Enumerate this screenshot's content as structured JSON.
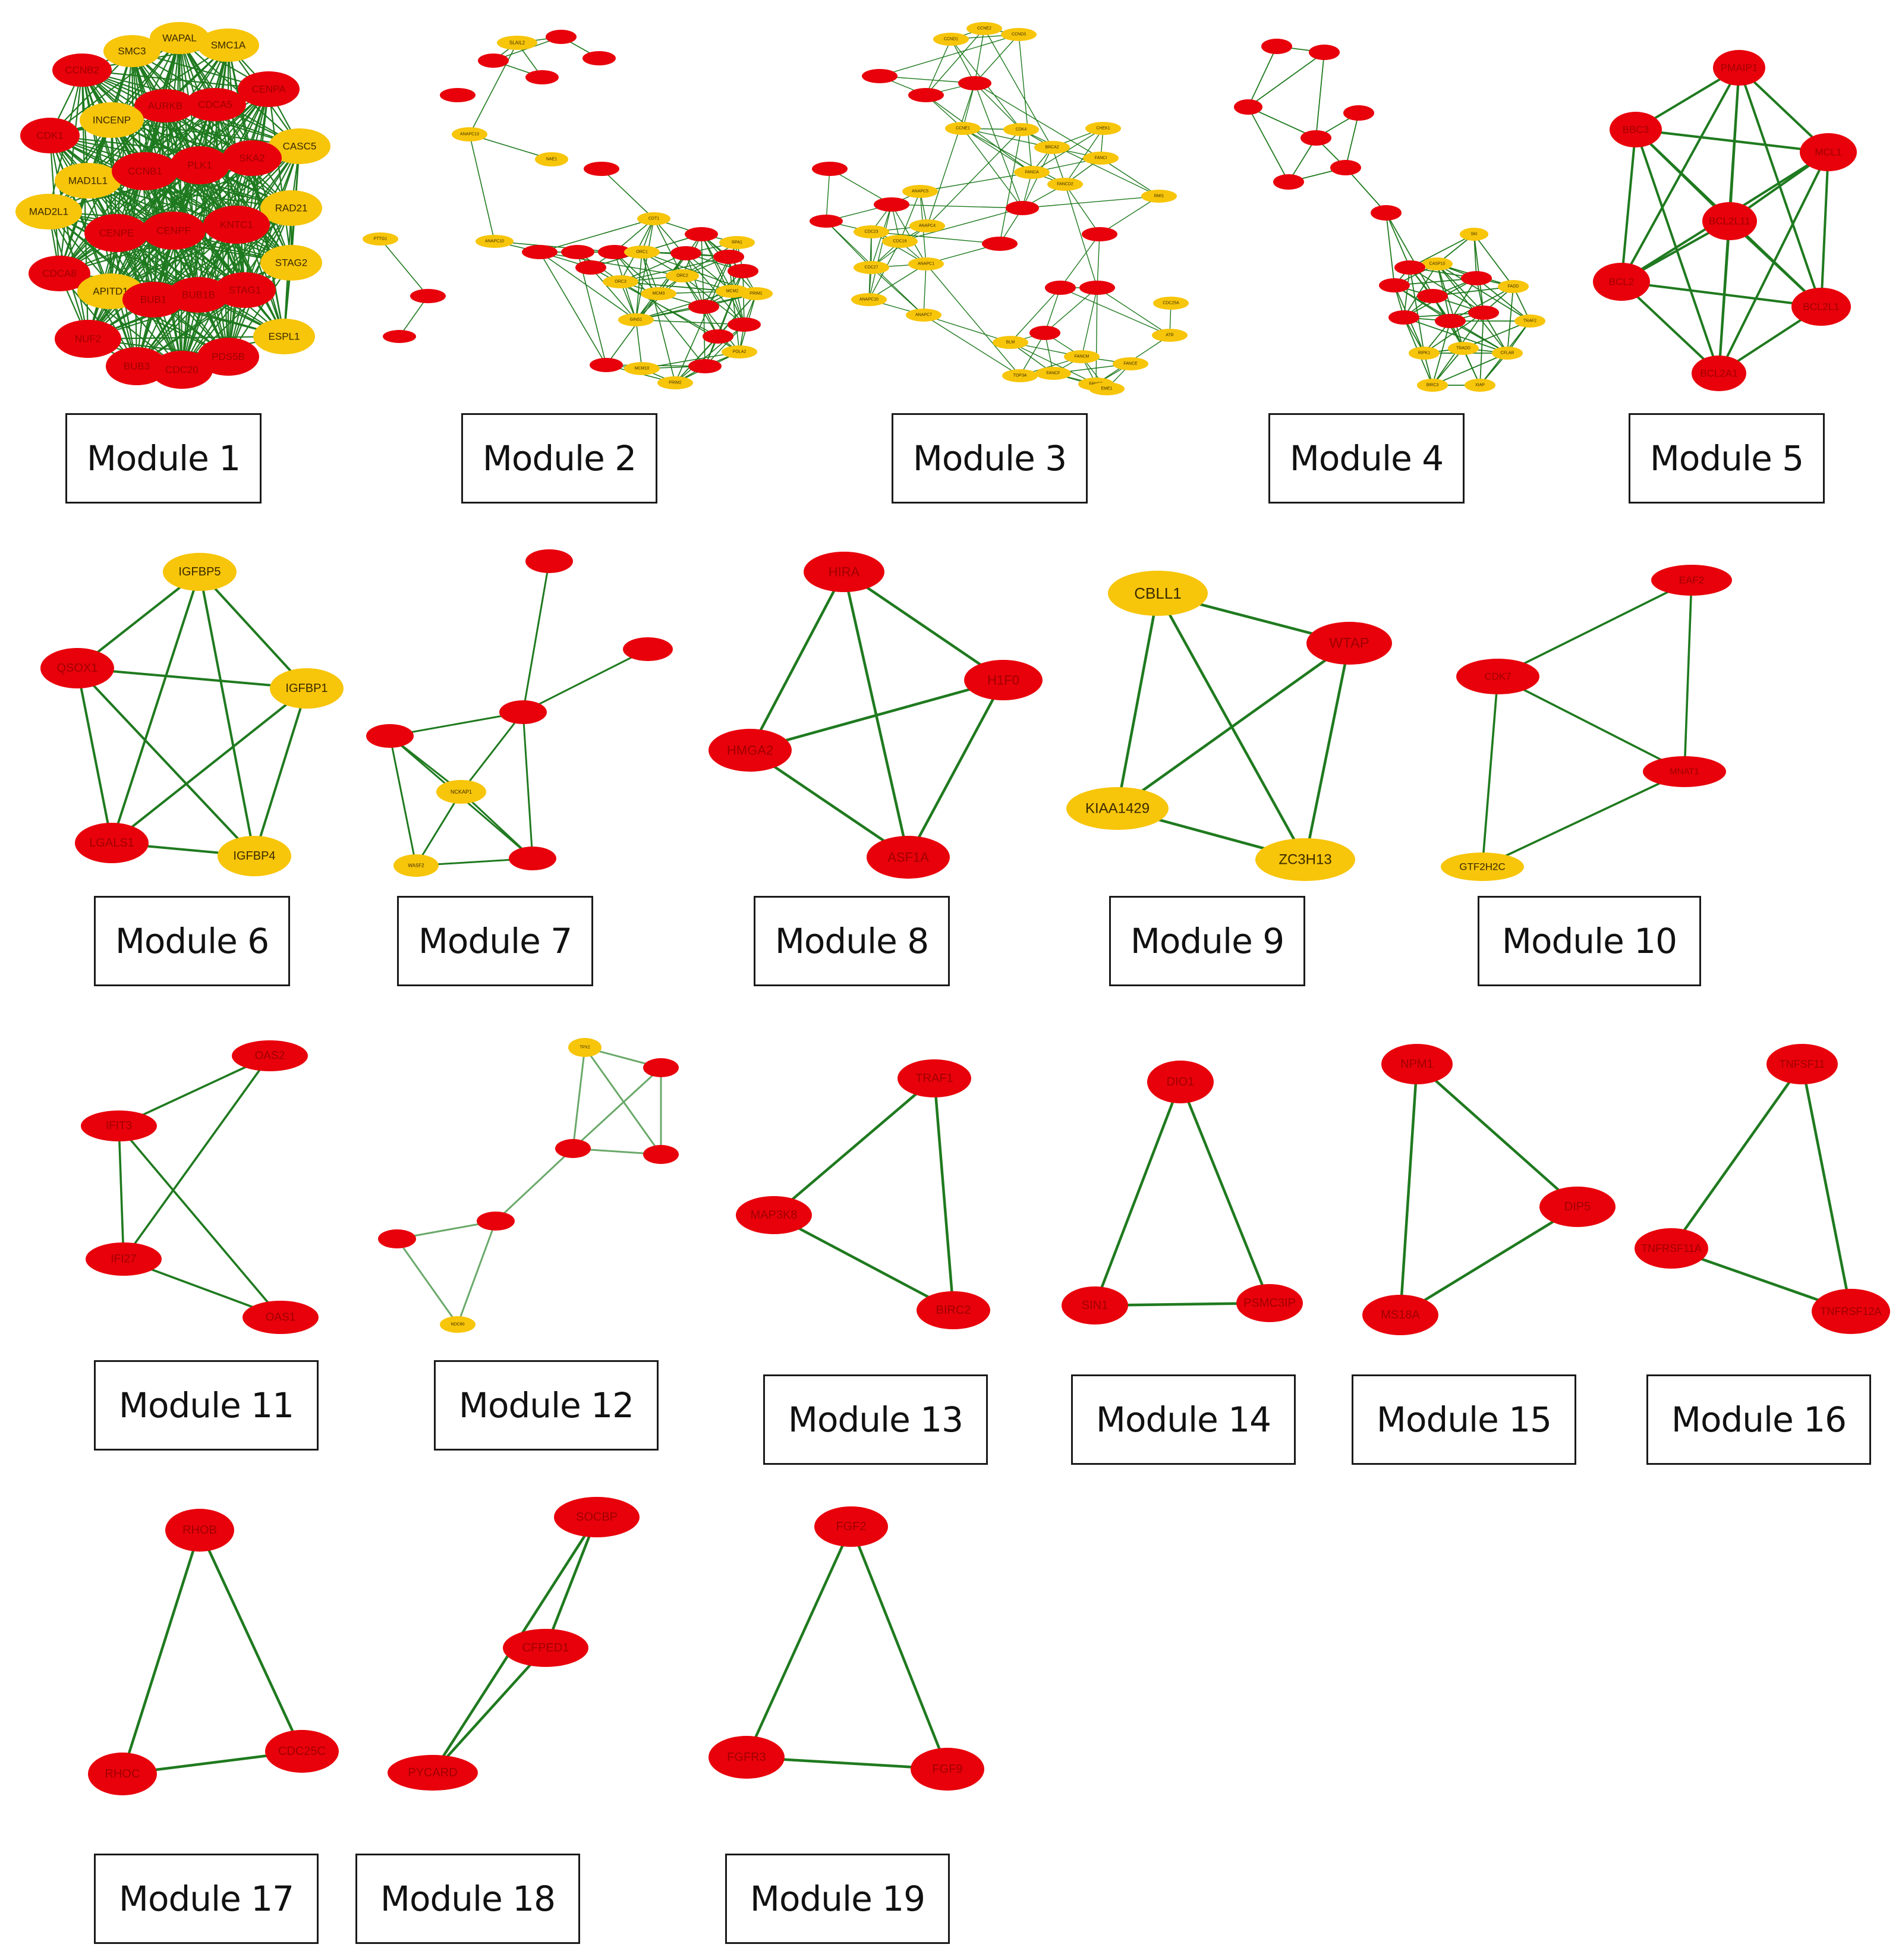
{
  "colors": {
    "edge": "#1f7a1f",
    "edge_light": "#6aa96a",
    "red_node": "#e8000b",
    "yellow_node": "#f7c50a",
    "red_text": "#a00000",
    "yellow_text": "#3a2a00"
  },
  "modules": [
    {
      "id": "m1",
      "label": "Module 1",
      "nodes": [
        {
          "name": "CCNB2",
          "c": "r"
        },
        {
          "name": "SMC3",
          "c": "y"
        },
        {
          "name": "WAPAL",
          "c": "y"
        },
        {
          "name": "SMC1A",
          "c": "y"
        },
        {
          "name": "AURKB",
          "c": "r"
        },
        {
          "name": "CDCA5",
          "c": "r"
        },
        {
          "name": "CENPA",
          "c": "r"
        },
        {
          "name": "INCENP",
          "c": "y"
        },
        {
          "name": "CDK1",
          "c": "r"
        },
        {
          "name": "CASC5",
          "c": "y"
        },
        {
          "name": "MAD1L1",
          "c": "y"
        },
        {
          "name": "CCNB1",
          "c": "r"
        },
        {
          "name": "PLK1",
          "c": "r"
        },
        {
          "name": "SKA2",
          "c": "r"
        },
        {
          "name": "MAD2L1",
          "c": "y"
        },
        {
          "name": "RAD21",
          "c": "y"
        },
        {
          "name": "CENPE",
          "c": "r"
        },
        {
          "name": "CENPF",
          "c": "r"
        },
        {
          "name": "KNTC1",
          "c": "r"
        },
        {
          "name": "STAG2",
          "c": "y"
        },
        {
          "name": "CDCA8",
          "c": "r"
        },
        {
          "name": "APITD1",
          "c": "y"
        },
        {
          "name": "BUB1",
          "c": "r"
        },
        {
          "name": "BUB1B",
          "c": "r"
        },
        {
          "name": "STAG1",
          "c": "r"
        },
        {
          "name": "ESPL1",
          "c": "y"
        },
        {
          "name": "NUF2",
          "c": "r"
        },
        {
          "name": "BUB3",
          "c": "r"
        },
        {
          "name": "CDC20",
          "c": "r"
        },
        {
          "name": "PDS5B",
          "c": "r"
        }
      ]
    },
    {
      "id": "m2",
      "label": "Module 2",
      "nodes": [
        {
          "name": "SLAIL2",
          "c": "y"
        },
        {
          "name": "",
          "c": "r"
        },
        {
          "name": "",
          "c": "r"
        },
        {
          "name": "",
          "c": "r"
        },
        {
          "name": "",
          "c": "r"
        },
        {
          "name": "",
          "c": "r"
        },
        {
          "name": "ANAPC13",
          "c": "y"
        },
        {
          "name": "NAE1",
          "c": "y"
        },
        {
          "name": "",
          "c": "r"
        },
        {
          "name": "PTTG1",
          "c": "y"
        },
        {
          "name": "ANAPC10",
          "c": "y"
        },
        {
          "name": "",
          "c": "r"
        },
        {
          "name": "",
          "c": "r"
        },
        {
          "name": "",
          "c": "r"
        },
        {
          "name": "CDT1",
          "c": "y"
        },
        {
          "name": "ORC1",
          "c": "y"
        },
        {
          "name": "ORC2",
          "c": "y"
        },
        {
          "name": "ORC3",
          "c": "y"
        },
        {
          "name": "MCM2",
          "c": "y"
        },
        {
          "name": "MCM3",
          "c": "y"
        },
        {
          "name": "GINS1",
          "c": "y"
        },
        {
          "name": "",
          "c": "r"
        },
        {
          "name": "",
          "c": "r"
        },
        {
          "name": "",
          "c": "r"
        },
        {
          "name": "",
          "c": "r"
        },
        {
          "name": "",
          "c": "r"
        },
        {
          "name": "RPA1",
          "c": "y"
        },
        {
          "name": "PRIM1",
          "c": "y"
        },
        {
          "name": "",
          "c": "r"
        },
        {
          "name": "POLA2",
          "c": "y"
        },
        {
          "name": "",
          "c": "r"
        },
        {
          "name": "",
          "c": "r"
        },
        {
          "name": "MCM10",
          "c": "y"
        },
        {
          "name": "PRIM2",
          "c": "y"
        },
        {
          "name": "",
          "c": "r"
        },
        {
          "name": "",
          "c": "r"
        },
        {
          "name": "",
          "c": "r"
        },
        {
          "name": "",
          "c": "r"
        }
      ]
    },
    {
      "id": "m3",
      "label": "Module 3",
      "nodes": [
        {
          "name": "CCND1",
          "c": "y"
        },
        {
          "name": "CCNE2",
          "c": "y"
        },
        {
          "name": "CCND3",
          "c": "y"
        },
        {
          "name": "",
          "c": "r"
        },
        {
          "name": "",
          "c": "r"
        },
        {
          "name": "",
          "c": "r"
        },
        {
          "name": "CCNE1",
          "c": "y"
        },
        {
          "name": "CDK4",
          "c": "y"
        },
        {
          "name": "",
          "c": "r"
        },
        {
          "name": "ANAPC5",
          "c": "y"
        },
        {
          "name": "",
          "c": "r"
        },
        {
          "name": "ANAPC4",
          "c": "y"
        },
        {
          "name": "",
          "c": "r"
        },
        {
          "name": "CDC23",
          "c": "y"
        },
        {
          "name": "CDC16",
          "c": "y"
        },
        {
          "name": "CDC27",
          "c": "y"
        },
        {
          "name": "ANAPC1",
          "c": "y"
        },
        {
          "name": "ANAPC7",
          "c": "y"
        },
        {
          "name": "ANAPC10",
          "c": "y"
        },
        {
          "name": "",
          "c": "r"
        },
        {
          "name": "BRCA2",
          "c": "y"
        },
        {
          "name": "FANCD2",
          "c": "y"
        },
        {
          "name": "FANCA",
          "c": "y"
        },
        {
          "name": "FANCI",
          "c": "y"
        },
        {
          "name": "",
          "c": "r"
        },
        {
          "name": "BLM",
          "c": "y"
        },
        {
          "name": "TOP3A",
          "c": "y"
        },
        {
          "name": "",
          "c": "r"
        },
        {
          "name": "",
          "c": "r"
        },
        {
          "name": "FANCM",
          "c": "y"
        },
        {
          "name": "FANCE",
          "c": "y"
        },
        {
          "name": "FANCF",
          "c": "y"
        },
        {
          "name": "FANCB",
          "c": "y"
        },
        {
          "name": "EME1",
          "c": "y"
        },
        {
          "name": "RMI1",
          "c": "y"
        },
        {
          "name": "CHEK1",
          "c": "y"
        },
        {
          "name": "",
          "c": "r"
        },
        {
          "name": "CDC25A",
          "c": "y"
        },
        {
          "name": "ATR",
          "c": "y"
        },
        {
          "name": "",
          "c": "r"
        }
      ]
    },
    {
      "id": "m4",
      "label": "Module 4",
      "nodes": [
        {
          "name": "",
          "c": "r"
        },
        {
          "name": "",
          "c": "r"
        },
        {
          "name": "",
          "c": "r"
        },
        {
          "name": "",
          "c": "r"
        },
        {
          "name": "",
          "c": "r"
        },
        {
          "name": "",
          "c": "r"
        },
        {
          "name": "",
          "c": "r"
        },
        {
          "name": "",
          "c": "r"
        },
        {
          "name": "SKI",
          "c": "y"
        },
        {
          "name": "CASP10",
          "c": "y"
        },
        {
          "name": "",
          "c": "r"
        },
        {
          "name": "",
          "c": "r"
        },
        {
          "name": "",
          "c": "r"
        },
        {
          "name": "",
          "c": "r"
        },
        {
          "name": "",
          "c": "r"
        },
        {
          "name": "",
          "c": "r"
        },
        {
          "name": "",
          "c": "r"
        },
        {
          "name": "FADD",
          "c": "y"
        },
        {
          "name": "TRAF2",
          "c": "y"
        },
        {
          "name": "RIPK1",
          "c": "y"
        },
        {
          "name": "TRADD",
          "c": "y"
        },
        {
          "name": "CFLAR",
          "c": "y"
        },
        {
          "name": "BIRC3",
          "c": "y"
        },
        {
          "name": "XIAP",
          "c": "y"
        }
      ]
    },
    {
      "id": "m5",
      "label": "Module 5",
      "nodes": [
        {
          "name": "PMAIP1",
          "c": "r"
        },
        {
          "name": "BBC3",
          "c": "r"
        },
        {
          "name": "MCL1",
          "c": "r"
        },
        {
          "name": "BCL2L11",
          "c": "r"
        },
        {
          "name": "BCL2",
          "c": "r"
        },
        {
          "name": "BCL2L1",
          "c": "r"
        },
        {
          "name": "BCL2A1",
          "c": "r"
        }
      ]
    },
    {
      "id": "m6",
      "label": "Module 6",
      "nodes": [
        {
          "name": "IGFBP5",
          "c": "y"
        },
        {
          "name": "QSOX1",
          "c": "r"
        },
        {
          "name": "IGFBP1",
          "c": "y"
        },
        {
          "name": "LGALS1",
          "c": "r"
        },
        {
          "name": "IGFBP4",
          "c": "y"
        }
      ]
    },
    {
      "id": "m7",
      "label": "Module 7",
      "nodes": [
        {
          "name": "",
          "c": "r"
        },
        {
          "name": "",
          "c": "r"
        },
        {
          "name": "",
          "c": "r"
        },
        {
          "name": "",
          "c": "r"
        },
        {
          "name": "NCKAP1",
          "c": "y"
        },
        {
          "name": "WASF2",
          "c": "y"
        },
        {
          "name": "",
          "c": "r"
        }
      ]
    },
    {
      "id": "m8",
      "label": "Module 8",
      "nodes": [
        {
          "name": "HIRA",
          "c": "r"
        },
        {
          "name": "H1F0",
          "c": "r"
        },
        {
          "name": "HMGA2",
          "c": "r"
        },
        {
          "name": "ASF1A",
          "c": "r"
        }
      ]
    },
    {
      "id": "m9",
      "label": "Module 9",
      "nodes": [
        {
          "name": "CBLL1",
          "c": "y"
        },
        {
          "name": "WTAP",
          "c": "r"
        },
        {
          "name": "KIAA1429",
          "c": "y"
        },
        {
          "name": "ZC3H13",
          "c": "y"
        }
      ]
    },
    {
      "id": "m10",
      "label": "Module 10",
      "nodes": [
        {
          "name": "EAF2",
          "c": "r"
        },
        {
          "name": "CDK7",
          "c": "r"
        },
        {
          "name": "MNAT1",
          "c": "r"
        },
        {
          "name": "GTF2H2C",
          "c": "y"
        }
      ]
    },
    {
      "id": "m11",
      "label": "Module 11",
      "nodes": [
        {
          "name": "OAS2",
          "c": "r"
        },
        {
          "name": "IFIT3",
          "c": "r"
        },
        {
          "name": "IFI27",
          "c": "r"
        },
        {
          "name": "OAS1",
          "c": "r"
        }
      ]
    },
    {
      "id": "m12",
      "label": "Module 12",
      "nodes": [
        {
          "name": "TPX2",
          "c": "y"
        },
        {
          "name": "",
          "c": "r"
        },
        {
          "name": "",
          "c": "r"
        },
        {
          "name": "",
          "c": "r"
        },
        {
          "name": "",
          "c": "r"
        },
        {
          "name": "",
          "c": "r"
        },
        {
          "name": "NDC80",
          "c": "y"
        }
      ]
    },
    {
      "id": "m13",
      "label": "Module 13",
      "nodes": [
        {
          "name": "TRAF1",
          "c": "r"
        },
        {
          "name": "MAP3K8",
          "c": "r"
        },
        {
          "name": "BIRC2",
          "c": "r"
        }
      ]
    },
    {
      "id": "m14",
      "label": "Module 14",
      "nodes": [
        {
          "name": "DIO1",
          "c": "r"
        },
        {
          "name": "SIN1",
          "c": "r"
        },
        {
          "name": "PSMC3IP",
          "c": "r"
        }
      ]
    },
    {
      "id": "m15",
      "label": "Module 15",
      "nodes": [
        {
          "name": "NPM1",
          "c": "r"
        },
        {
          "name": "DIP5",
          "c": "r"
        },
        {
          "name": "MS18A",
          "c": "r"
        }
      ]
    },
    {
      "id": "m16",
      "label": "Module 16",
      "nodes": [
        {
          "name": "TNFSF11",
          "c": "r"
        },
        {
          "name": "TNFRSF11A",
          "c": "r"
        },
        {
          "name": "TNFRSF12A",
          "c": "r"
        }
      ]
    },
    {
      "id": "m17",
      "label": "Module 17",
      "nodes": [
        {
          "name": "RHOB",
          "c": "r"
        },
        {
          "name": "RHOC",
          "c": "r"
        },
        {
          "name": "CDC25C",
          "c": "r"
        }
      ]
    },
    {
      "id": "m18",
      "label": "Module 18",
      "nodes": [
        {
          "name": "SOCBP",
          "c": "r"
        },
        {
          "name": "CFPED1",
          "c": "r"
        },
        {
          "name": "PYCARD",
          "c": "r"
        }
      ]
    },
    {
      "id": "m19",
      "label": "Module 19",
      "nodes": [
        {
          "name": "FGF2",
          "c": "r"
        },
        {
          "name": "FGFR3",
          "c": "r"
        },
        {
          "name": "FGF9",
          "c": "r"
        }
      ]
    }
  ]
}
